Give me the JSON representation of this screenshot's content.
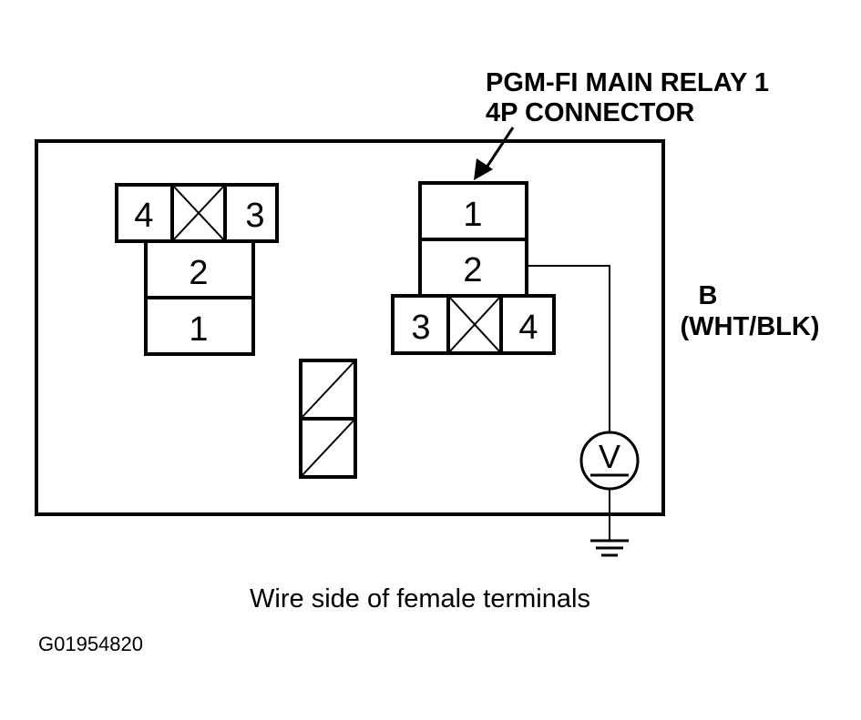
{
  "connector_title": {
    "line1": "PGM-FI MAIN RELAY 1",
    "line2": "4P CONNECTOR"
  },
  "wire_label": {
    "terminal": "B",
    "color": "(WHT/BLK)"
  },
  "meter_symbol": "V",
  "caption": "Wire side of female terminals",
  "figure_id": "G01954820",
  "left_connector": {
    "top_left": "4",
    "top_right": "3",
    "middle": "2",
    "bottom": "1"
  },
  "right_connector": {
    "top": "1",
    "middle": "2",
    "bottom_left": "3",
    "bottom_right": "4"
  }
}
